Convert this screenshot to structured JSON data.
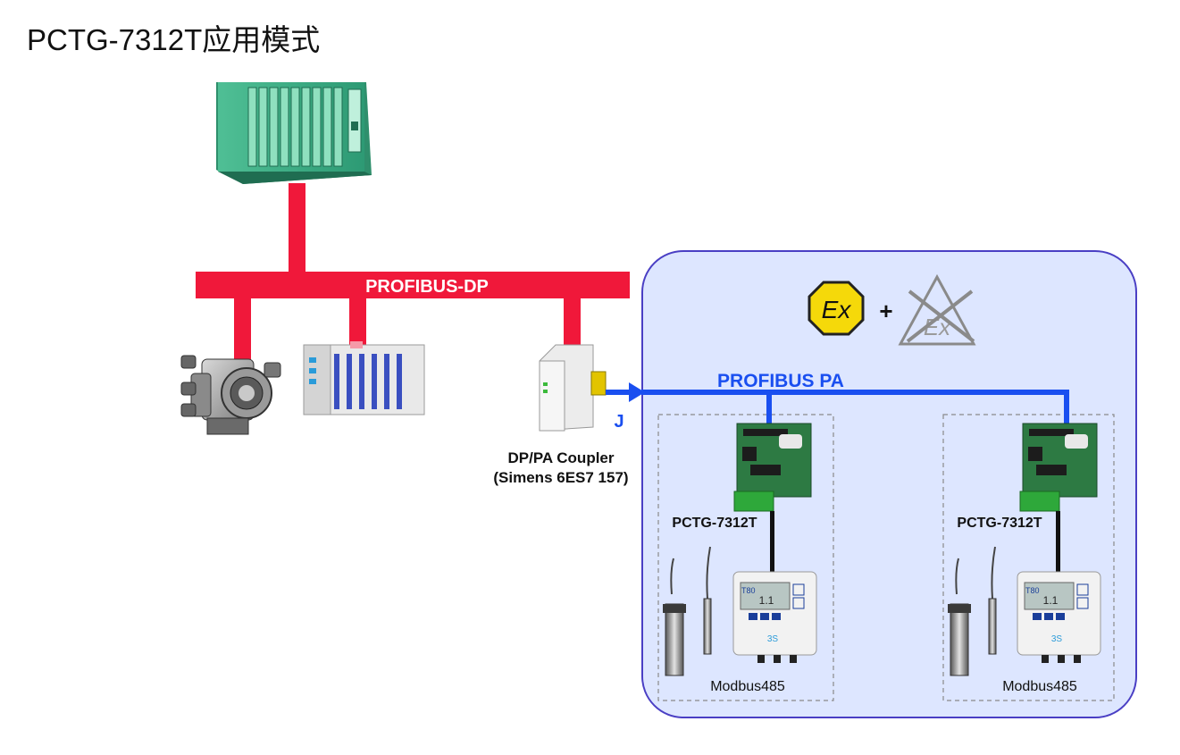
{
  "title": "PCTG-7312T应用模式",
  "buses": {
    "dp_label": "PROFIBUS-DP",
    "pa_label": "PROFIBUS PA"
  },
  "coupler": {
    "line1": "DP/PA Coupler",
    "line2": "(Simens 6ES7 157)",
    "terminator_label": "J"
  },
  "ex_zone": {
    "ex_symbol_text": "Ex",
    "plus": "+",
    "crossed_symbol_text": "Ex"
  },
  "nodes": [
    {
      "device_label": "PCTG-7312T",
      "protocol_label": "Modbus485",
      "transmitter_model": "T80",
      "transmitter_reading": "1.1"
    },
    {
      "device_label": "PCTG-7312T",
      "protocol_label": "Modbus485",
      "transmitter_model": "T80",
      "transmitter_reading": "1.1"
    }
  ],
  "colors": {
    "dp_bus": "#f0183a",
    "pa_bus": "#1a4ff0",
    "ex_zone_fill": "#dde6ff",
    "ex_zone_border": "#4a3fc4",
    "ex_yellow": "#f5d90a"
  }
}
